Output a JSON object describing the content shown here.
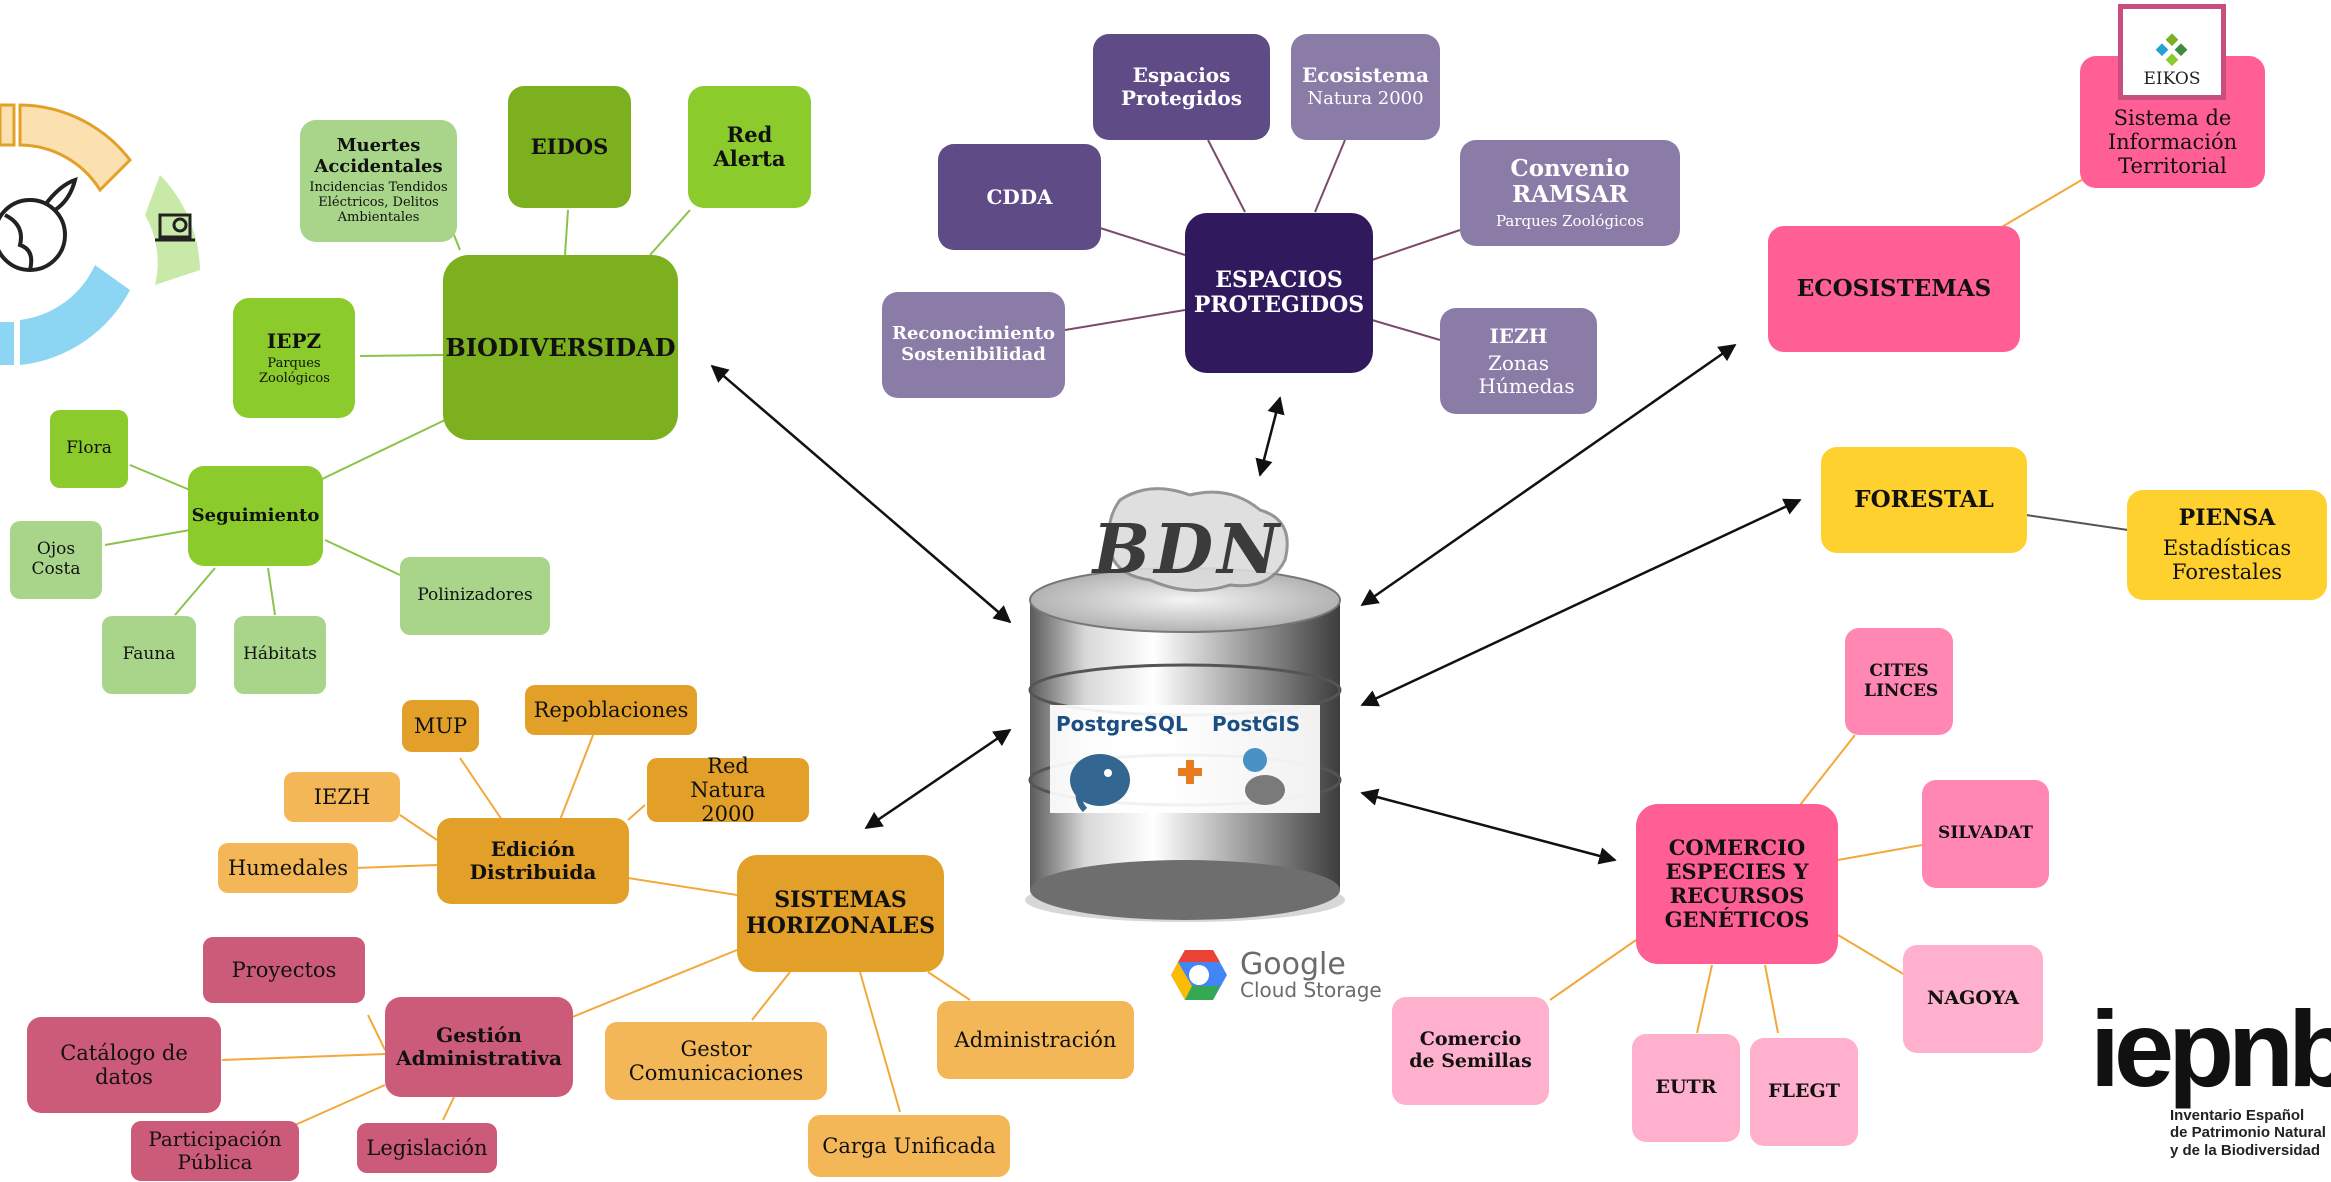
{
  "center": {
    "db_label": "BDN",
    "tech_left": "PostgreSQL",
    "tech_right": "PostGIS",
    "cloud_line1": "Google",
    "cloud_line2": "Cloud Storage"
  },
  "biodiversidad": {
    "main": "BIODIVERSIDAD",
    "muertes": {
      "title": "Muertes Accidentales",
      "sub": "Incidencias Tendidos Eléctricos, Delitos Ambientales"
    },
    "eidos": "EIDOS",
    "red_alerta": "Red Alerta",
    "iepz": {
      "title": "IEPZ",
      "sub": "Parques Zoológicos"
    },
    "seguimiento": "Seguimiento",
    "flora": "Flora",
    "ojos_costa": "Ojos Costa",
    "fauna": "Fauna",
    "habitats": "Hábitats",
    "polinizadores": "Polinizadores"
  },
  "espacios": {
    "main": "ESPACIOS PROTEGIDOS",
    "espacios_protegidos": "Espacios Protegidos",
    "ecosistema": {
      "title": "Ecosistema",
      "sub": "Natura 2000"
    },
    "cdda": "CDDA",
    "ramsar": {
      "title": "Convenio RAMSAR",
      "sub": "Parques Zoológicos"
    },
    "reconocimiento": "Reconocimiento Sostenibilidad",
    "iezh": {
      "title": "IEZH",
      "sub": "Zonas Húmedas"
    }
  },
  "ecosistemas": {
    "main": "ECOSISTEMAS",
    "sit": "Sistema de Información Territorial",
    "eikos_label": "EIKOS"
  },
  "forestal": {
    "main": "FORESTAL",
    "piensa": {
      "title": "PIENSA",
      "sub": "Estadísticas Forestales"
    }
  },
  "comercio": {
    "main": "COMERCIO ESPECIES Y RECURSOS GENÉTICOS",
    "cites": "CITES LINCES",
    "silvadat": "SILVADAT",
    "nagoya": "NAGOYA",
    "flegt": "FLEGT",
    "eutr": "EUTR",
    "semillas": "Comercio de Semillas"
  },
  "horizontales": {
    "main": "SISTEMAS HORIZONALES",
    "edicion": "Edición Distribuida",
    "mup": "MUP",
    "repoblaciones": "Repoblaciones",
    "red_natura": "Red Natura 2000",
    "iezh": "IEZH",
    "humedales": "Humedales",
    "gestion": "Gestión Administrativa",
    "proyectos": "Proyectos",
    "catalogo": "Catálogo de datos",
    "participacion": "Participación Pública",
    "legislacion": "Legislación",
    "gestor": "Gestor Comunicaciones",
    "administracion": "Administración",
    "carga": "Carga Unificada"
  },
  "logo": {
    "name": "iepnb",
    "caption_1": "Inventario Español",
    "caption_2": "de Patrimonio Natural",
    "caption_3": "y de la Biodiversidad"
  }
}
